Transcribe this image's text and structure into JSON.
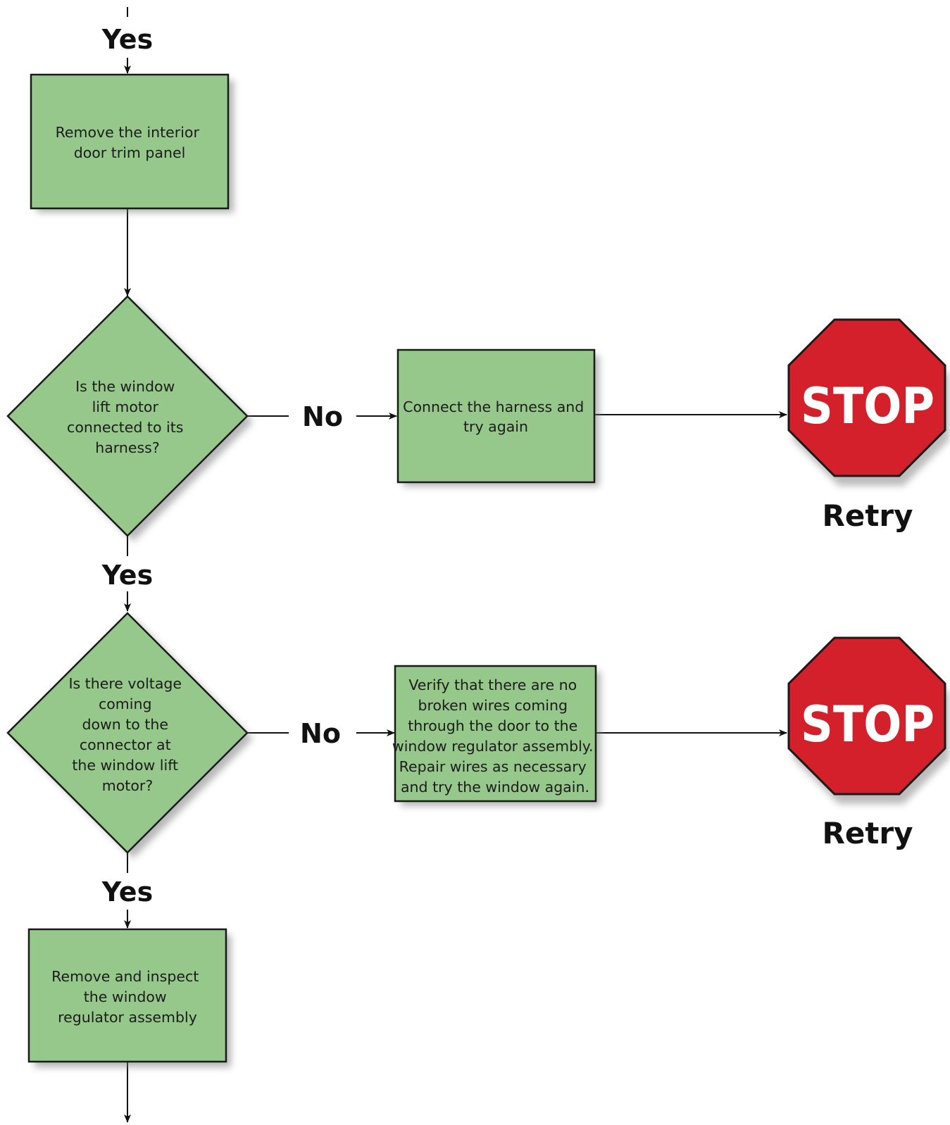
{
  "colors": {
    "node_fill": "#95c88a",
    "node_stroke": "#1a1a1a",
    "stop_fill": "#d4202b",
    "stop_text": "#ffffff",
    "shadow": "#7a7a7a"
  },
  "labels": {
    "yes_top": "Yes",
    "yes_after_decision_1": "Yes",
    "yes_after_decision_2": "Yes",
    "no_1": "No",
    "no_2": "No"
  },
  "nodes": {
    "remove_trim": {
      "lines": [
        "Remove the interior",
        "door trim panel"
      ]
    },
    "decision_harness": {
      "lines": [
        "Is the window",
        "lift motor",
        "connected to its",
        "harness?"
      ]
    },
    "connect_harness": {
      "lines": [
        "Connect the harness and",
        "try again"
      ]
    },
    "decision_voltage": {
      "lines": [
        "Is there voltage",
        "coming",
        "down to the",
        "connector at",
        "the window lift",
        "motor?"
      ]
    },
    "verify_wires": {
      "lines": [
        "Verify that there are no",
        "broken wires coming",
        "through the door to the",
        "window regulator assembly.",
        "Repair wires as necessary",
        "and try the window again."
      ]
    },
    "inspect_regulator": {
      "lines": [
        "Remove and inspect",
        "the window",
        "regulator assembly"
      ]
    }
  },
  "stop_signs": [
    {
      "text": "STOP",
      "caption": "Retry"
    },
    {
      "text": "STOP",
      "caption": "Retry"
    }
  ]
}
